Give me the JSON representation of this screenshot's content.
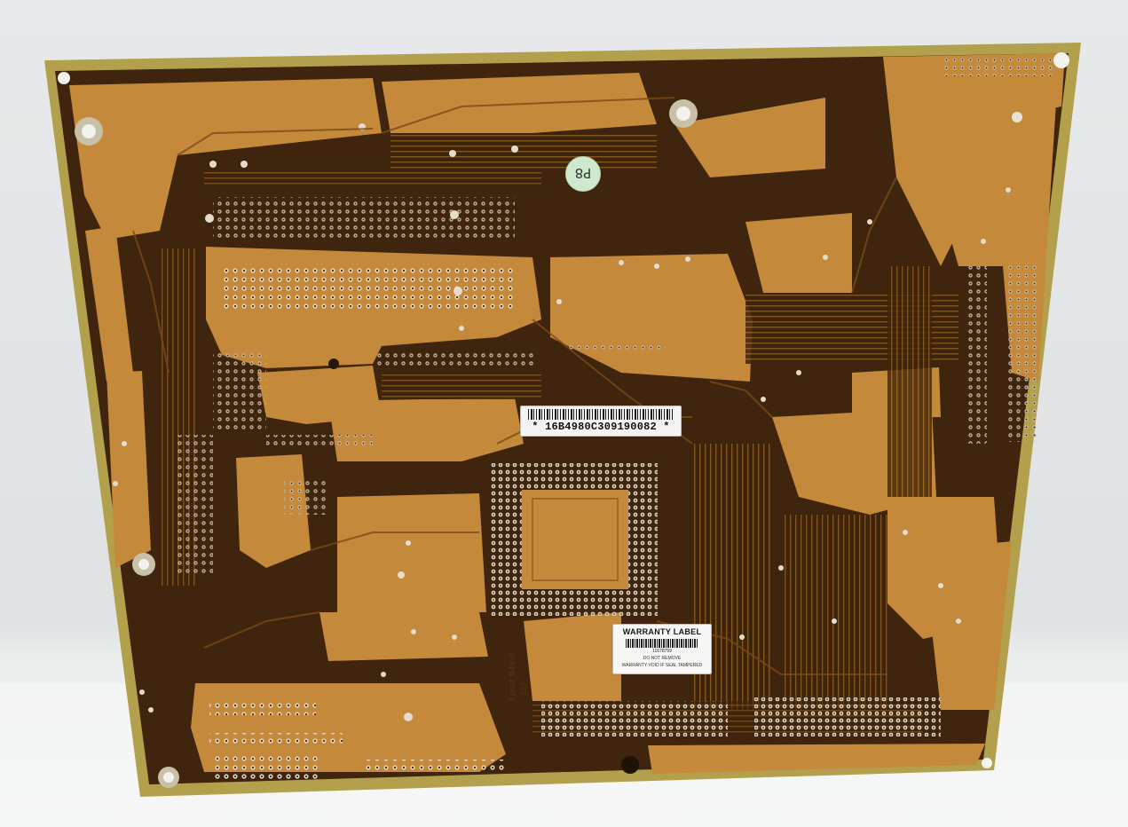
{
  "scene": {
    "subject": "motherboard-underside",
    "colors": {
      "background_wall": "#e3e6e7",
      "table": "#f4f5f5",
      "board_edge": "#b7a24e",
      "copper_plane": "#c88a36",
      "dark_fill": "#3a220c",
      "trace": "#7a4a16"
    }
  },
  "serial_label": {
    "text": "* 16B4980C309190082 *"
  },
  "warranty_label": {
    "title": "WARRANTY LABEL",
    "code": "11678759",
    "do_not_remove": "DO NOT REMOVE",
    "void_notice": "WARRANTY VOID IF SEAL TAMPERED"
  },
  "marker": {
    "text": "P8"
  },
  "silkscreen": {
    "text_a": "Eproz 94V-0",
    "text_b": "222"
  }
}
